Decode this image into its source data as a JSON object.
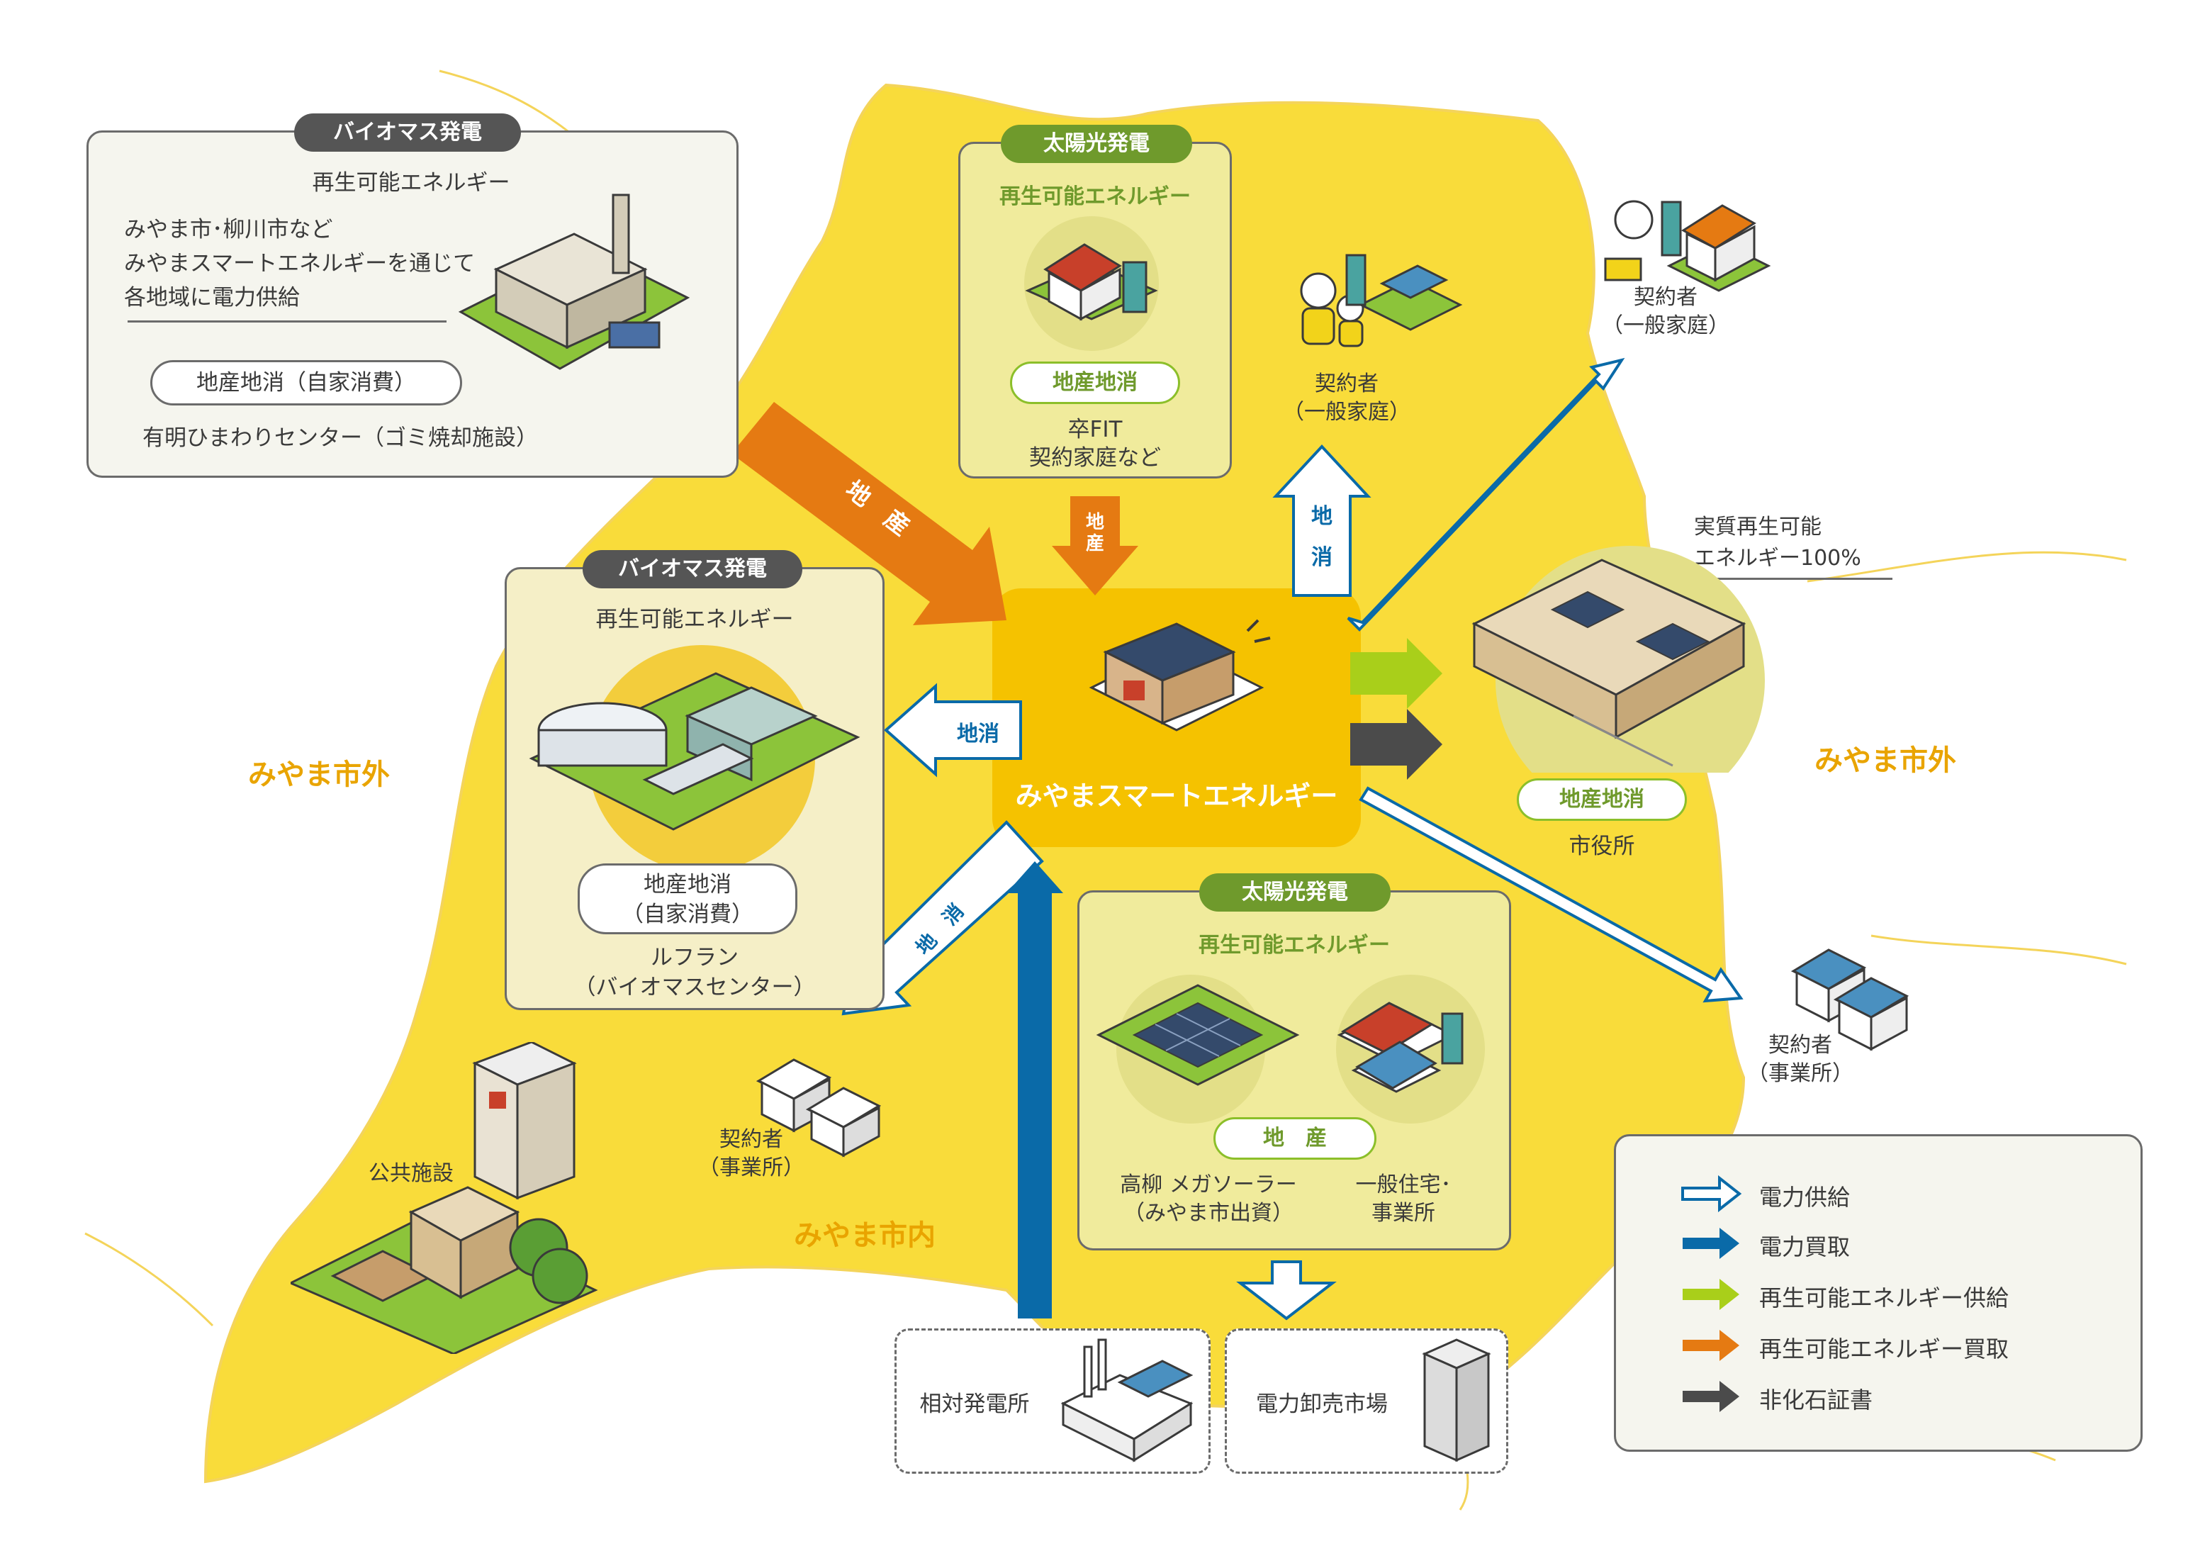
{
  "center": {
    "title": "みやまスマートエネルギー"
  },
  "panel_biomass_top": {
    "badge": "バイオマス発電",
    "subtitle": "再生可能エネルギー",
    "desc": "みやま市･柳川市など\nみやまスマートエネルギーを通じて\n各地域に電力供給",
    "pill": "地産地消（自家消費）",
    "caption": "有明ひまわりセンター（ゴミ焼却施設）"
  },
  "panel_solar_top": {
    "badge": "太陽光発電",
    "subtitle": "再生可能エネルギー",
    "pill": "地産地消",
    "caption": "卒FIT\n契約家庭など"
  },
  "panel_biomass_mid": {
    "badge": "バイオマス発電",
    "subtitle": "再生可能エネルギー",
    "pill": "地産地消\n（自家消費）",
    "caption": "ルフラン\n（バイオマスセンター）"
  },
  "panel_solar_bottom": {
    "badge": "太陽光発電",
    "subtitle": "再生可能エネルギー",
    "pill": "地　産",
    "caption_left": "高柳 メガソーラー\n（みやま市出資）",
    "caption_right": "一般住宅･\n事業所"
  },
  "labels": {
    "household_top": "契約者\n（一般家庭）",
    "household_right": "契約者\n（一般家庭）",
    "city_hall_note": "実質再生可能\nエネルギー100%",
    "city_hall_pill": "地産地消",
    "city_hall": "市役所",
    "office_right": "契約者\n（事業所）",
    "office_left": "契約者\n（事業所）",
    "public_facility": "公共施設",
    "relative_plant": "相対発電所",
    "wholesale_market": "電力卸売市場"
  },
  "arrows": {
    "orange_big": "地　産",
    "orange_small": "地\n産",
    "up_local": "地\n消",
    "left_local": "地消",
    "diag_local": "地　消"
  },
  "regions": {
    "outside_left": "みやま市外",
    "outside_right": "みやま市外",
    "inside": "みやま市内"
  },
  "legend": {
    "items": [
      {
        "label": "電力供給",
        "kind": "outline"
      },
      {
        "label": "電力買取",
        "kind": "blue"
      },
      {
        "label": "再生可能エネルギー供給",
        "kind": "lime"
      },
      {
        "label": "再生可能エネルギー買取",
        "kind": "orange"
      },
      {
        "label": "非化石証書",
        "kind": "dark"
      }
    ]
  },
  "colors": {
    "map_yellow": "#f9dc3a",
    "center_gold": "#f5c200",
    "orange": "#e57a12",
    "blue": "#0a6aa8",
    "lime": "#a9cf1a",
    "dark": "#4b4b4b",
    "green_text": "#6f9a2c",
    "region_text": "#e9a400"
  }
}
